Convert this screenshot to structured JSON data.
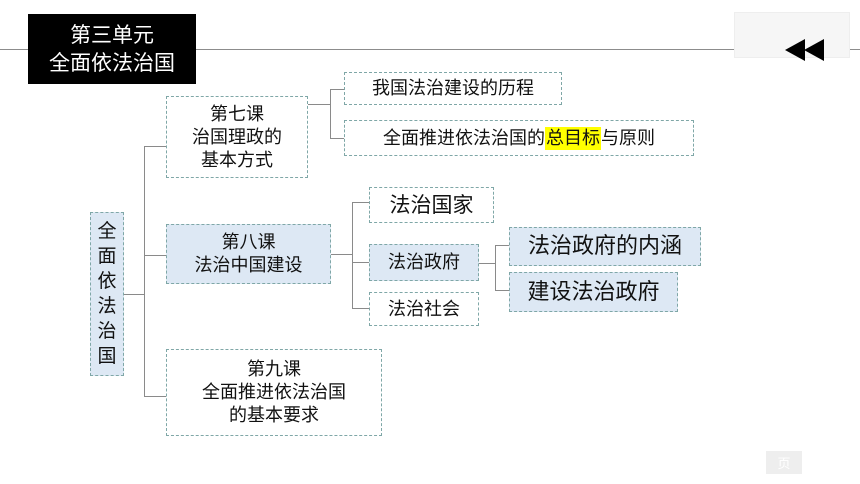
{
  "header": {
    "unit_title_line1": "第三单元",
    "unit_title_line2": "全面依法治国"
  },
  "nav": {
    "back_icon": "double-left-arrow-icon"
  },
  "diagram": {
    "root": [
      "全",
      "面",
      "依",
      "法",
      "治",
      "国"
    ],
    "lesson7": {
      "line1": "第七课",
      "line2": "治国理政的",
      "line3": "基本方式",
      "children": {
        "history": "我国法治建设的历程",
        "goal_prefix": "全面推进依法治国的",
        "goal_highlight": "总目标",
        "goal_suffix": "与原则"
      }
    },
    "lesson8": {
      "line1": "第八课",
      "line2": "法治中国建设",
      "children": {
        "state": "法治国家",
        "government": "法治政府",
        "society": "法治社会"
      },
      "government_children": {
        "meaning": "法治政府的内涵",
        "build": "建设法治政府"
      }
    },
    "lesson9": {
      "line1": "第九课",
      "line2": "全面推进依法治国",
      "line3": "的基本要求"
    }
  },
  "footer": {
    "page_label": "页"
  },
  "colors": {
    "node_blue": "#dde8f4",
    "node_border": "#7fa7a7",
    "highlight": "#ffff00",
    "title_bg": "#000000"
  }
}
